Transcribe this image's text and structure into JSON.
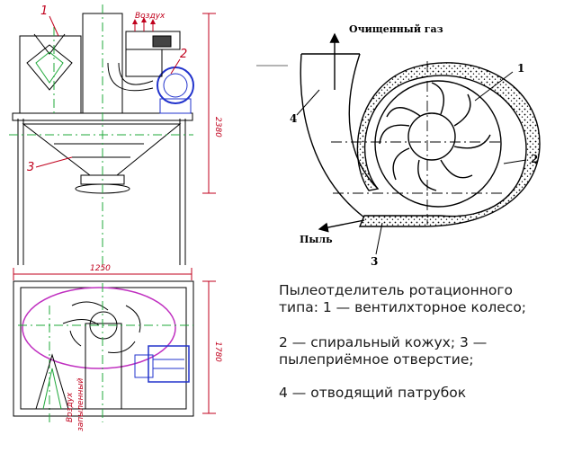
{
  "left_drawing": {
    "callouts": [
      "1",
      "2",
      "3"
    ],
    "top_label": "Воздух",
    "dim_height_top": "2380",
    "dim_width": "1250",
    "dim_height_bottom": "1780",
    "side_label_line1": "Воздух",
    "side_label_line2": "запыленный"
  },
  "right_drawing": {
    "label_clean_gas": "Очищенный газ",
    "label_dust": "Пыль",
    "callouts": [
      "1",
      "2",
      "3",
      "4"
    ]
  },
  "caption": {
    "line1": "Пылеотделитель ротационного\nтипа: 1 — вентилхторное колесо;",
    "line2": "2 — спиральный кожух; 3 —\nпылеприёмное отверстие;",
    "line3": "4 — отводящий патрубок"
  },
  "colors": {
    "red": "#c0001c",
    "green": "#1fa83a",
    "blue": "#2233cc",
    "magenta": "#c030c0",
    "black": "#000000"
  }
}
